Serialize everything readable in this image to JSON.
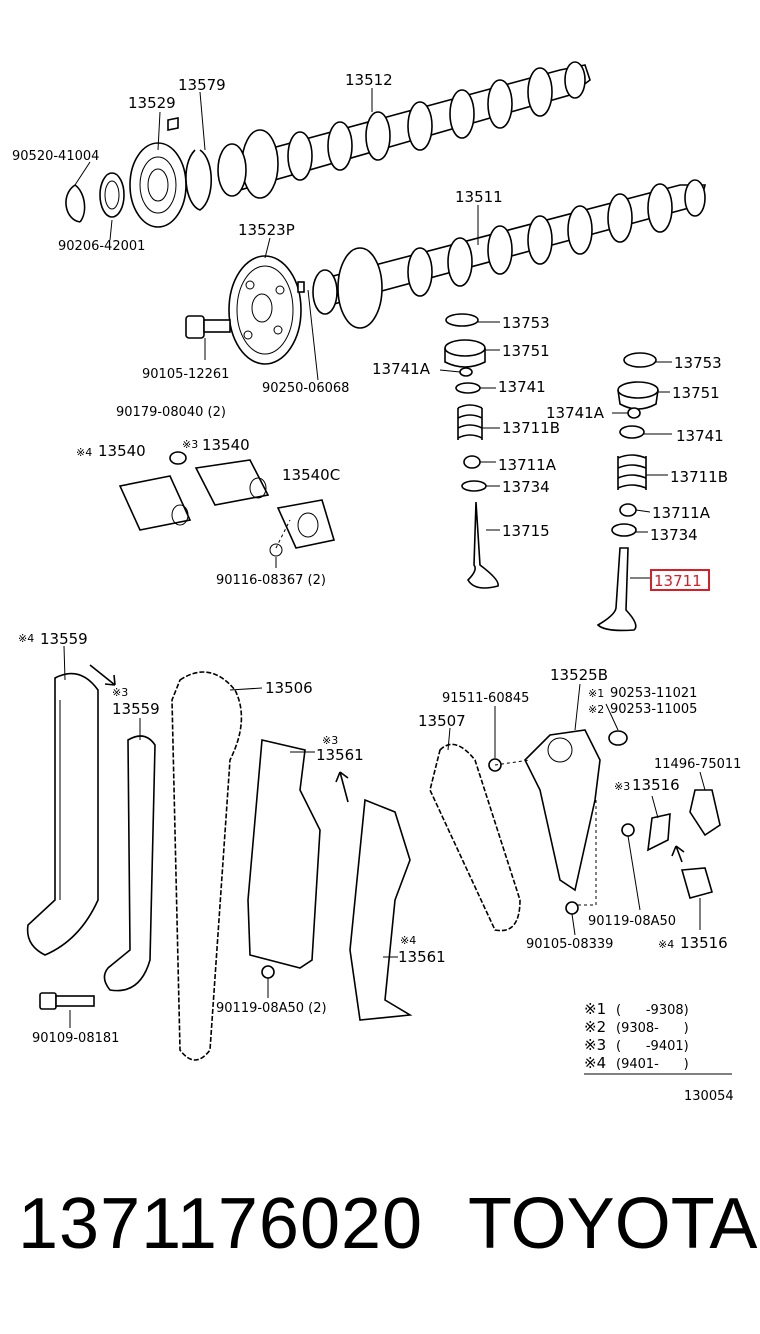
{
  "diagram": {
    "labels": {
      "p13512": "13512",
      "p13579": "13579",
      "p13529": "13529",
      "p90520": "90520-41004",
      "p90206": "90206-42001",
      "p13511": "13511",
      "p13523P": "13523P",
      "p90105a": "90105-12261",
      "p90250": "90250-06068",
      "p13753a": "13753",
      "p13751a": "13751",
      "p13741Aa": "13741A",
      "p13741a": "13741",
      "p13711Ba": "13711B",
      "p13711Aa": "13711A",
      "p13734a": "13734",
      "p13715": "13715",
      "p13753b": "13753",
      "p13751b": "13751",
      "p13741Ab": "13741A",
      "p13741b": "13741",
      "p13711Bb": "13711B",
      "p13711Ab": "13711A",
      "p13734b": "13734",
      "p13711": "13711",
      "p90179": "90179-08040 (2)",
      "p13540a": "13540",
      "p13540b": "13540",
      "p13540C": "13540C",
      "p90116": "90116-08367 (2)",
      "p13559a": "13559",
      "p13559b": "13559",
      "p13506": "13506",
      "p13561a": "13561",
      "p13561b": "13561",
      "p13507": "13507",
      "p91511": "91511-60845",
      "p13525B": "13525B",
      "p90253a": "90253-11021",
      "p90253b": "90253-11005",
      "p11496": "11496-75011",
      "p13516a": "13516",
      "p13516b": "13516",
      "p90119a": "90119-08A50",
      "p90105b": "90105-08339",
      "p90119b": "90119-08A50 (2)",
      "p90109": "90109-08181",
      "refcode": "130054"
    },
    "markers": {
      "m1": "※1",
      "m2": "※2",
      "m3": "※3",
      "m4": "※4"
    },
    "legend": [
      {
        "mark": "※1",
        "text": "(      -9308)"
      },
      {
        "mark": "※2",
        "text": "(9308-      )"
      },
      {
        "mark": "※3",
        "text": "(      -9401)"
      },
      {
        "mark": "※4",
        "text": "(9401-      )"
      }
    ],
    "highlighted_part": "13711",
    "highlight_color": "#d61f26"
  },
  "footer": {
    "part_number": "1371176020",
    "brand": "TOYOTA"
  }
}
